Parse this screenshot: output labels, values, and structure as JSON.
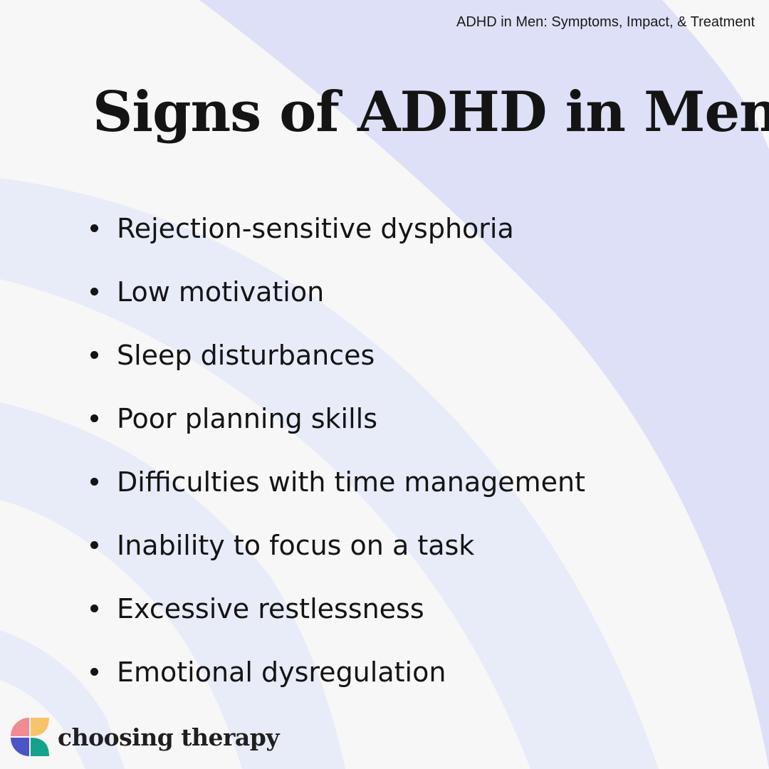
{
  "header": {
    "caption": "ADHD in Men: Symptoms, Impact, & Treatment"
  },
  "title": "Signs of ADHD in Men",
  "signs": [
    "Rejection-sensitive dysphoria",
    "Low motivation",
    "Sleep disturbances",
    "Poor planning skills",
    "Difficulties with time management",
    "Inability to focus on a task",
    "Excessive restlessness",
    "Emotional dysregulation"
  ],
  "brand": {
    "name": "choosing therapy",
    "logo_colors": [
      "#f08a93",
      "#f7c46c",
      "#4b55c8",
      "#14a28c"
    ]
  },
  "colors": {
    "background": "#f7f7f7",
    "arc_outer": "#dde0f6",
    "arc_inner": "#e8ebf8",
    "text": "#141414"
  }
}
